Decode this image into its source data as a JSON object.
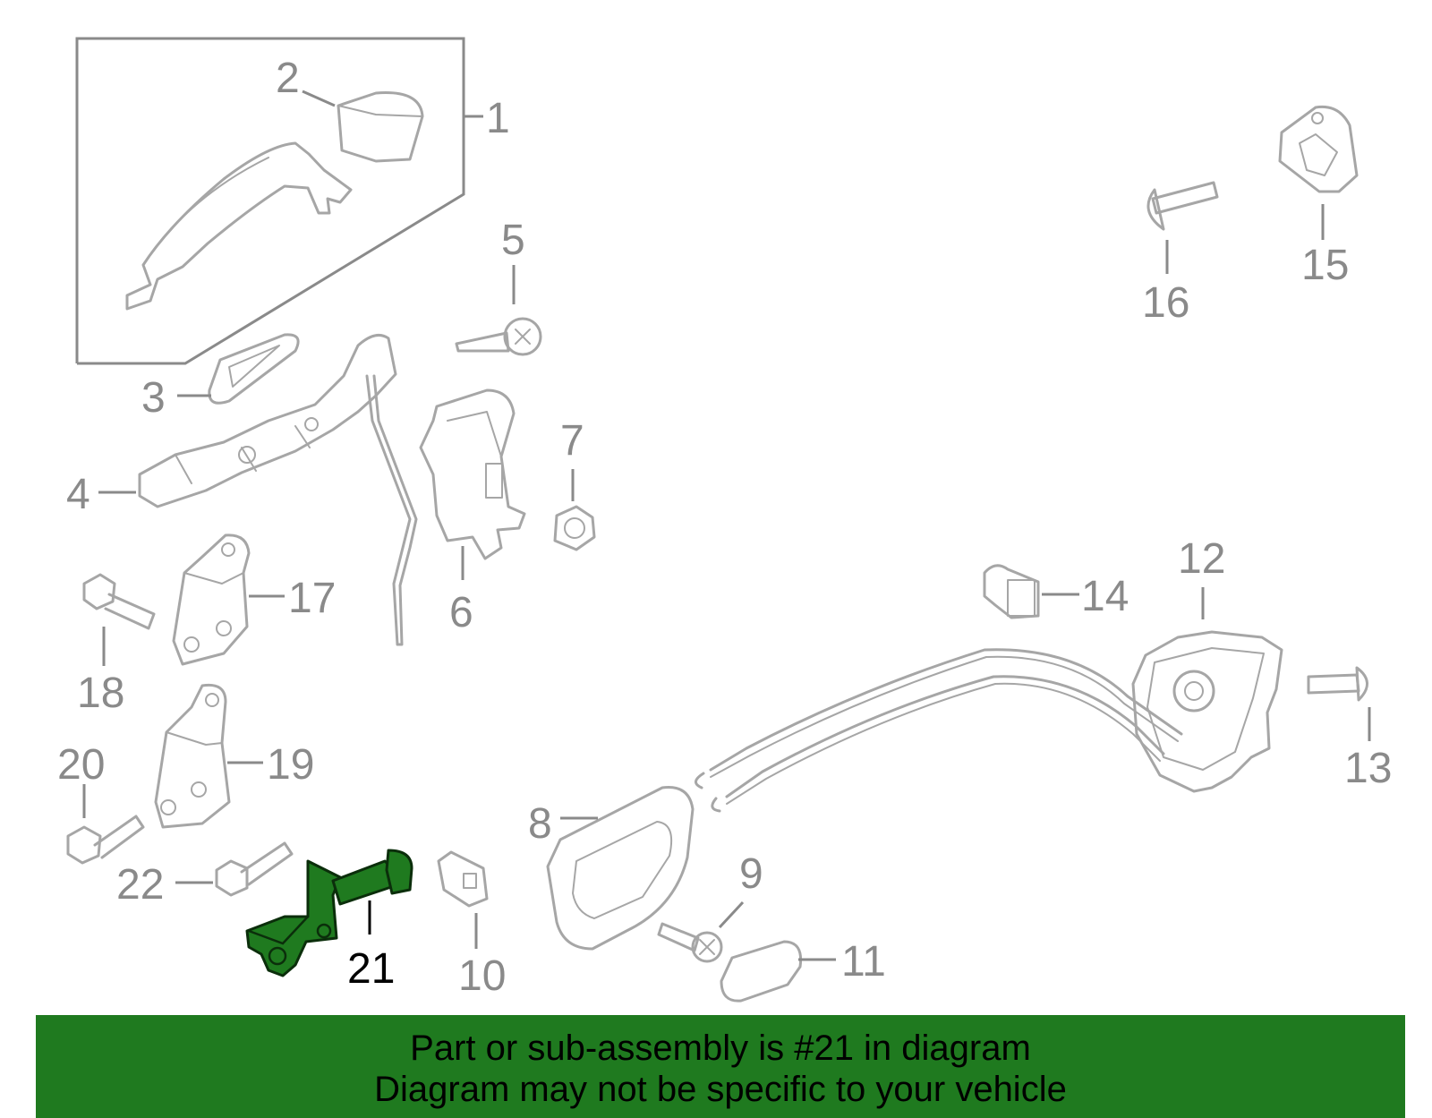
{
  "callouts": {
    "c1": "1",
    "c2": "2",
    "c3": "3",
    "c4": "4",
    "c5": "5",
    "c6": "6",
    "c7": "7",
    "c8": "8",
    "c9": "9",
    "c10": "10",
    "c11": "11",
    "c12": "12",
    "c13": "13",
    "c14": "14",
    "c15": "15",
    "c16": "16",
    "c17": "17",
    "c18": "18",
    "c19": "19",
    "c20": "20",
    "c21": "21",
    "c22": "22"
  },
  "highlight": {
    "part_number": "21",
    "color": "#1f7a1f"
  },
  "banner": {
    "line1": "Part or sub-assembly is #21 in diagram",
    "line2": "Diagram may not be specific to your vehicle"
  },
  "colors": {
    "outline": "#a6a6a6",
    "callout_text": "#8a8a8a",
    "banner_bg": "#1f7a1f"
  }
}
